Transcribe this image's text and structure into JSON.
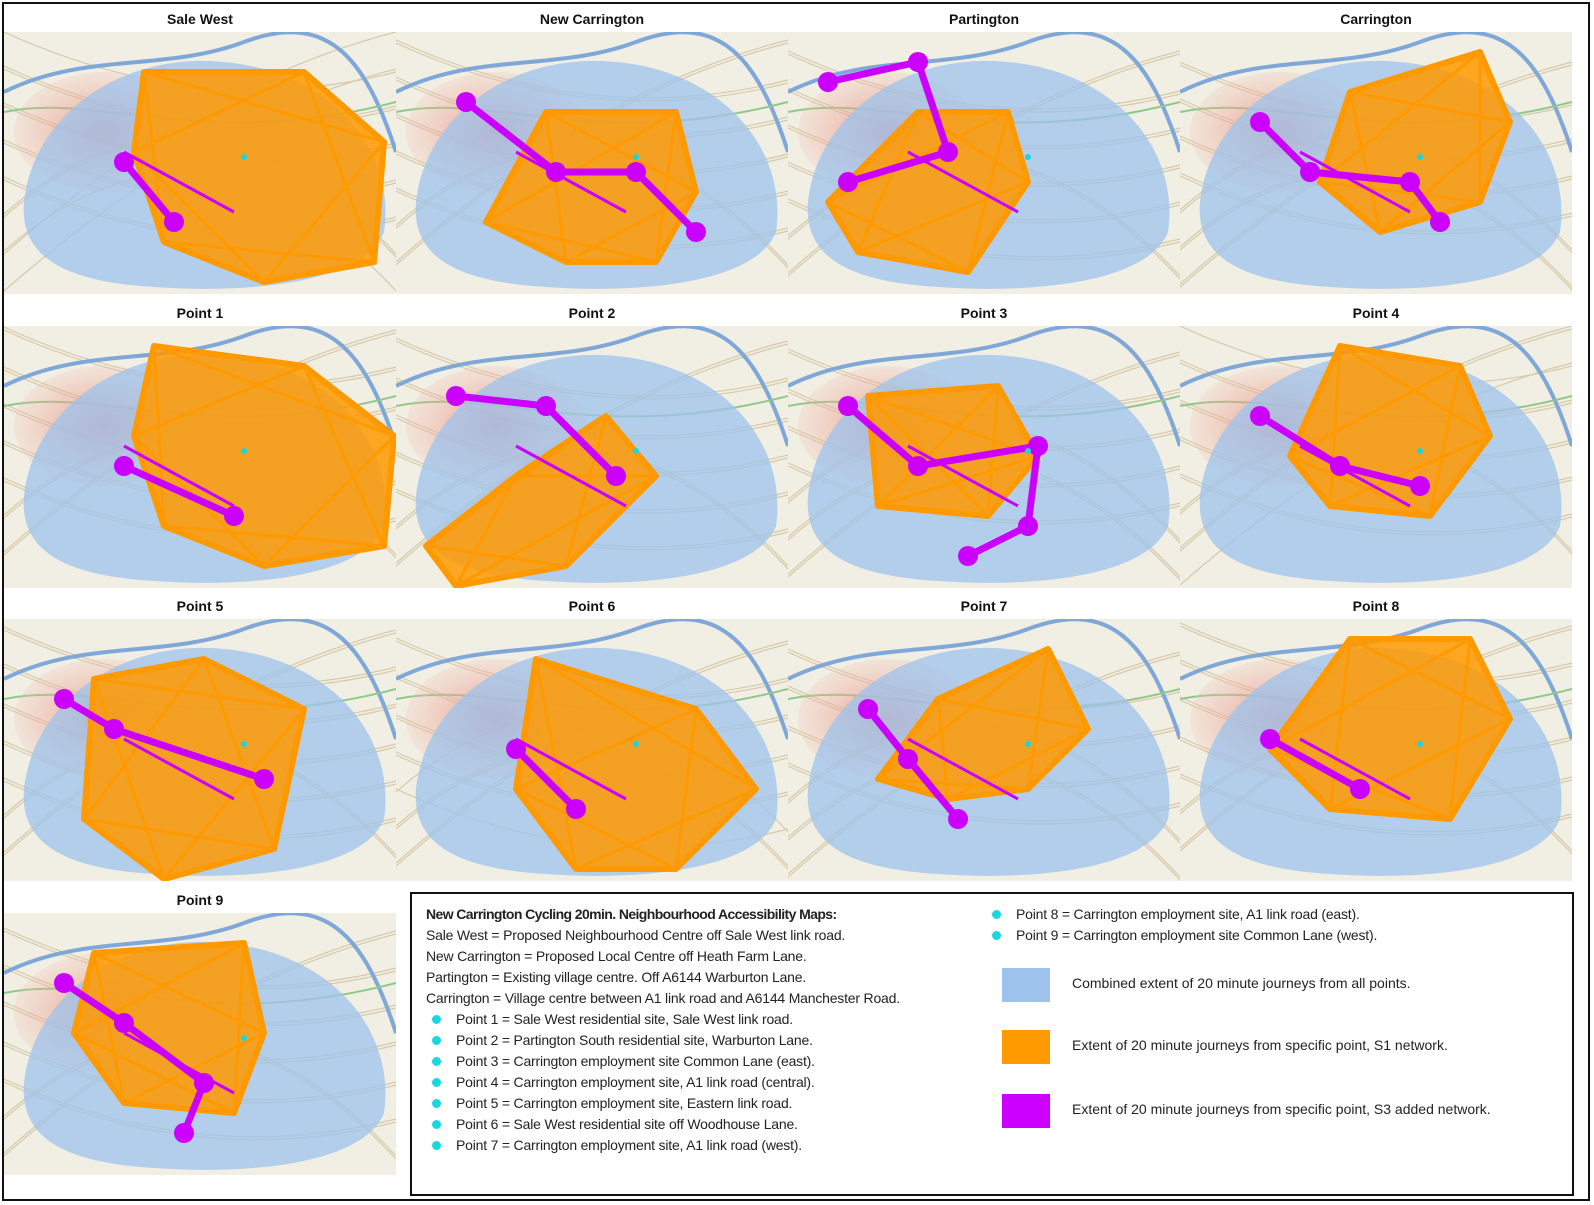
{
  "panels": [
    {
      "title": "Sale West"
    },
    {
      "title": "New Carrington"
    },
    {
      "title": "Partington"
    },
    {
      "title": "Carrington"
    },
    {
      "title": "Point 1"
    },
    {
      "title": "Point 2"
    },
    {
      "title": "Point 3"
    },
    {
      "title": "Point 4"
    },
    {
      "title": "Point 5"
    },
    {
      "title": "Point 6"
    },
    {
      "title": "Point 7"
    },
    {
      "title": "Point 8"
    },
    {
      "title": "Point 9"
    }
  ],
  "legend": {
    "heading": "New Carrington Cycling 20min. Neighbourhood Accessibility Maps:",
    "sites": [
      "Sale West = Proposed Neighbourhood Centre off Sale West link road.",
      "New Carrington = Proposed Local Centre off Heath Farm Lane.",
      "Partington = Existing village centre. Off A6144 Warburton Lane.",
      "Carrington = Village centre between A1 link road and A6144 Manchester Road."
    ],
    "points_col1": [
      "Point 1 = Sale West residential site, Sale West link road.",
      "Point 2 = Partington South residential site, Warburton Lane.",
      "Point 3 = Carrington employment site Common Lane (east).",
      "Point 4 = Carrington employment site, A1 link road (central).",
      "Point 5 =  Carrington employment site, Eastern link road.",
      "Point 6 = Sale West residential site off Woodhouse Lane.",
      "Point 7 = Carrington employment site, A1 link road (west)."
    ],
    "points_col2": [
      "Point 8 = Carrington employment site, A1 link road (east).",
      "Point 9 = Carrington employment site Common Lane (west)."
    ],
    "swatches": [
      {
        "label": "Combined extent of 20 minute journeys from all points.",
        "color": "#9dc3ec"
      },
      {
        "label": "Extent of 20 minute journeys from specific point, S1 network.",
        "color": "#ff9900"
      },
      {
        "label": "Extent of 20 minute journeys from specific point, S3 added network.",
        "color": "#cc00ff"
      }
    ],
    "point_marker_color": "#1ad6df"
  }
}
